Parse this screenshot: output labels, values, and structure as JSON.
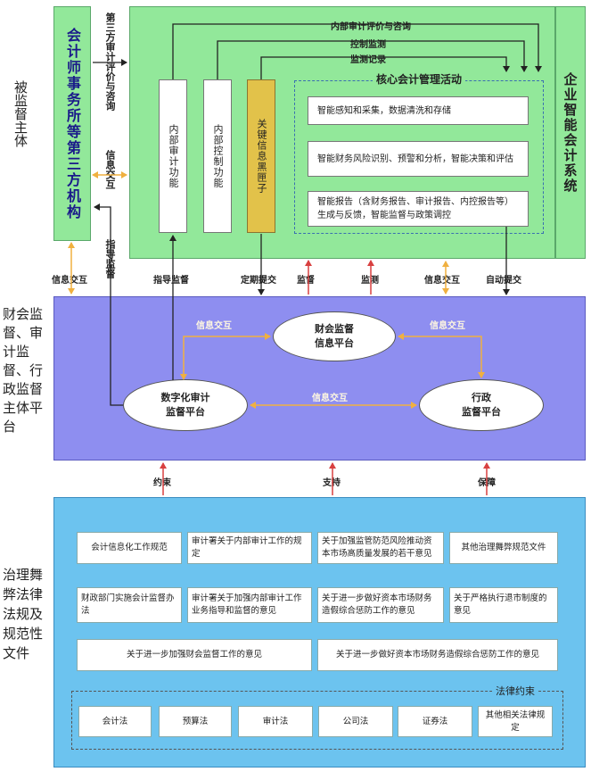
{
  "side_labels": {
    "supervised_subject": "被监督主体",
    "platforms": "财会监督、审计监督、行政监督主体平台",
    "regulations": "治理舞弊法律法规及规范性文件"
  },
  "third_party": {
    "title": "会计师事务所等第三方机构",
    "audit_eval": "第三方审计评价与咨询",
    "info_exchange": "信息交互",
    "guide_supervise": "指导监督"
  },
  "enterprise": {
    "system_title": "企业智能会计系统",
    "internal_audit": "内部审计功能",
    "internal_control": "内部控制功能",
    "key_info_box": "关键信息黑匣子",
    "core_title": "核心会计管理活动",
    "core_items": [
      "智能感知和采集，数据清洗和存储",
      "智能财务风险识别、预警和分析，智能决策和评估",
      "智能报告（含财务报告、审计报告、内控报告等）生成与反馈，智能监督与政策调控"
    ],
    "top_arrows": [
      "内部审计评价与咨询",
      "控制监测",
      "监测记录"
    ]
  },
  "mid_labels": {
    "info_exchange_left": "信息交互",
    "guide_supervise": "指导监督",
    "periodic_submit": "定期提交",
    "supervise": "监督",
    "monitor": "监测",
    "info_exchange_right": "信息交互",
    "auto_submit": "自动提交"
  },
  "platforms": {
    "finance": "财会监督\n信息平台",
    "digital_audit": "数字化审计\n监督平台",
    "admin": "行政\n监督平台",
    "info_exchange_1": "信息交互",
    "info_exchange_2": "信息交互",
    "info_exchange_3": "信息交互"
  },
  "constraints": {
    "restrain": "约束",
    "support": "支持",
    "guarantee": "保障"
  },
  "laws": {
    "row1": [
      "会计信息化工作规范",
      "审计署关于内部审计工作的规定",
      "关于加强监管防范风险推动资本市场高质量发展的若干意见",
      "其他治理舞弊规范文件"
    ],
    "row2": [
      "财政部门实施会计监督办法",
      "审计署关于加强内部审计工作业务指导和监督的意见",
      "关于进一步做好资本市场财务造假综合惩防工作的意见",
      "关于严格执行退市制度的意见"
    ],
    "row3": [
      "关于进一步加强财会监督工作的意见",
      "关于进一步做好资本市场财务造假综合惩防工作的意见"
    ],
    "legal_title": "法律约束",
    "legal": [
      "会计法",
      "预算法",
      "审计法",
      "公司法",
      "证券法",
      "其他相关法律规定"
    ]
  },
  "colors": {
    "green": "#92e89a",
    "purple": "#8e8ef0",
    "blue": "#6cc3ef",
    "key_box": "#e2c24a",
    "orange_arrow": "#f0b040",
    "red_arrow": "#d84040"
  }
}
